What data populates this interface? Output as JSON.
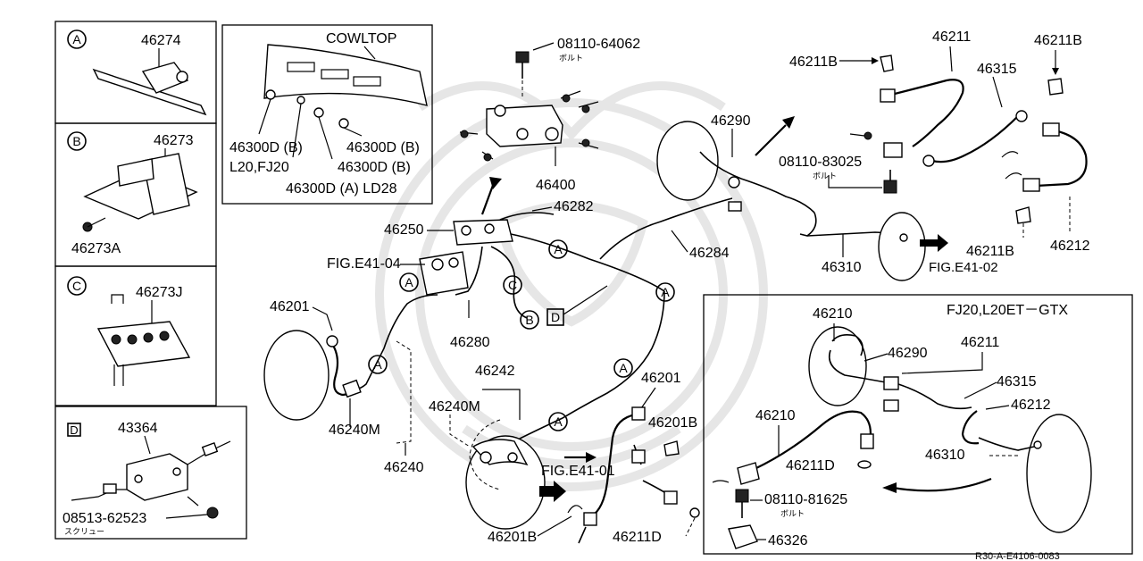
{
  "insets": {
    "a": {
      "letter": "A",
      "part": "46274"
    },
    "b": {
      "letter": "B",
      "part_main": "46273",
      "part_sub": "46273A"
    },
    "c": {
      "letter": "C",
      "part": "46273J"
    },
    "d": {
      "letter": "D",
      "part_main": "43364",
      "part_sub": "08513-62523",
      "part_sub_note": "スクリュー"
    }
  },
  "cowltop": {
    "title": "COWLTOP",
    "label_1": "46300D (B)",
    "label_2": "L20,FJ20",
    "label_3": "46300D (B)",
    "label_4": "46300D (B)",
    "label_5": "46300D (A) LD28"
  },
  "main_labels": {
    "p08110_64062": "08110-64062",
    "bolt_note_1": "ボルト",
    "p46400": "46400",
    "p46290": "46290",
    "p46211_top": "46211",
    "p46211B_top_left": "46211B",
    "p46211B_top_right": "46211B",
    "p46315": "46315",
    "p08110_83025": "08110-83025",
    "bolt_note_2": "ボルト",
    "p46211B_right": "46211B",
    "p46212": "46212",
    "p46250": "46250",
    "p46282": "46282",
    "fig_e41_04": "FIG.E41-04",
    "p46284": "46284",
    "p46310": "46310",
    "fig_e41_02": "FIG.E41-02",
    "p46201_left": "46201",
    "p46280": "46280",
    "p46240M_left": "46240M",
    "p46240": "46240",
    "p46242": "46242",
    "p46240M_center": "46240M",
    "p46201_center": "46201",
    "p46201B_center": "46201B",
    "fig_e41_01": "FIG.E41-01",
    "p46201B_bottom": "46201B",
    "p46211D_bottom": "46211D"
  },
  "callouts": {
    "a1": "A",
    "a2": "A",
    "a3": "A",
    "a4": "A",
    "a5": "A",
    "c1": "C",
    "b1": "B",
    "d1": "D"
  },
  "gtx_panel": {
    "title": "FJ20,L20ET－GTX",
    "p46210_top": "46210",
    "p46290": "46290",
    "p46211": "46211",
    "p46315": "46315",
    "p46212": "46212",
    "p46210_left": "46210",
    "p46310": "46310",
    "p46211D": "46211D",
    "p08110_81625": "08110-81625",
    "bolt_note": "ボルト",
    "p46326": "46326"
  },
  "reference_code": "R30-A-E4106-0083"
}
